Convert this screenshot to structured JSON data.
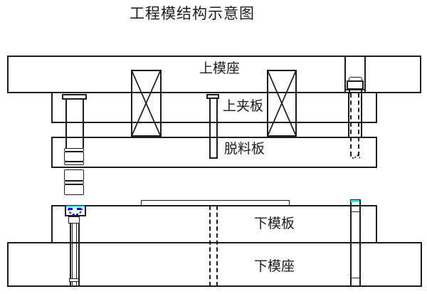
{
  "title": "工程模结构示意图",
  "components": {
    "upper_die_base": {
      "label": "上模座"
    },
    "upper_clamp_plate": {
      "label": "上夹板"
    },
    "stripper_plate": {
      "label": "脱料板"
    },
    "lower_die_plate": {
      "label": "下模板"
    },
    "lower_die_base": {
      "label": "下模座"
    }
  },
  "colors": {
    "line": "#1c1c1c",
    "highlight_cyan": "#00ffff",
    "highlight_blue": "#0000ee",
    "background": "#ffffff"
  }
}
